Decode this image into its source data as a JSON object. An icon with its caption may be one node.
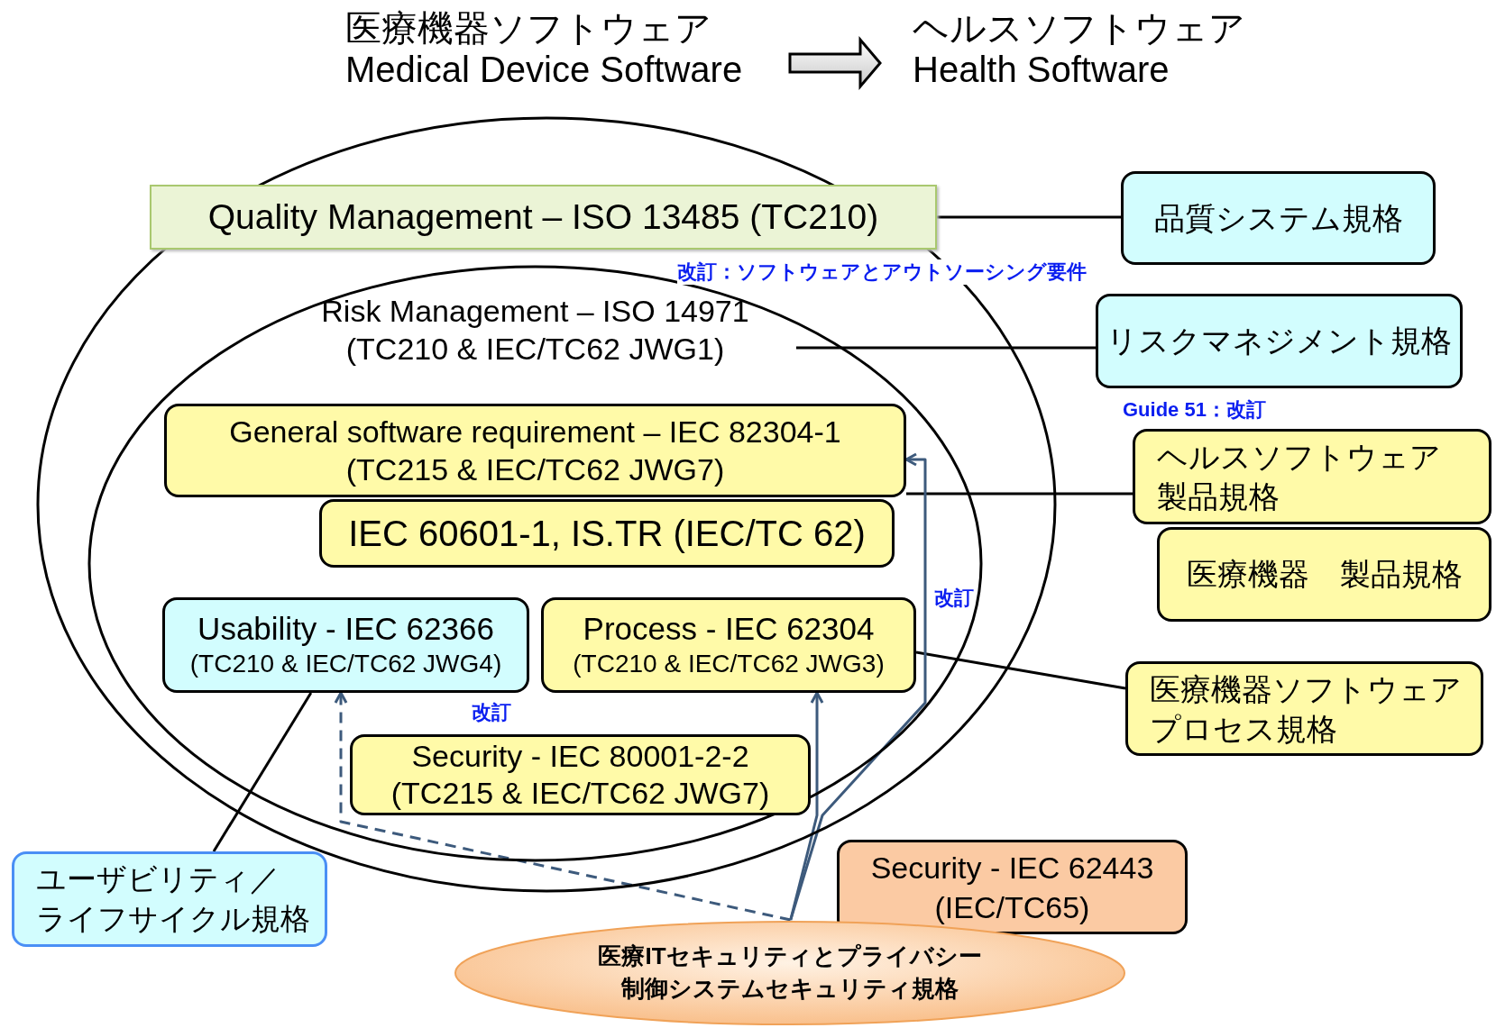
{
  "diagram": {
    "nodes": [
      {
        "text": [
          "医療機器ソフトウェア",
          "Medical Device Software"
        ]
      },
      {
        "text": [
          "ヘルスソフトウェア",
          "Health Software"
        ]
      },
      {
        "text": [],
        "shape": "ellipse"
      },
      {
        "text": [
          "Quality Management – ISO 13485 (TC210)"
        ],
        "in": 2
      },
      {
        "text": [
          "Risk Management – ISO 14971",
          "(TC210 & IEC/TC62 JWG1)"
        ],
        "in": 2
      },
      {
        "text": [
          "General software requirement – IEC 82304-1",
          "(TC215 & IEC/TC62 JWG7)"
        ],
        "in": 4
      },
      {
        "text": [
          "IEC 60601-1, IS.TR (IEC/TC 62)"
        ],
        "in": 4
      },
      {
        "text": [
          "Usability - IEC 62366",
          "(TC210 & IEC/TC62 JWG4)"
        ],
        "in": 4
      },
      {
        "text": [
          "Process - IEC 62304",
          "(TC210 & IEC/TC62 JWG3)"
        ],
        "in": 4
      },
      {
        "text": [
          "Security - IEC 80001-2-2",
          "(TC215 & IEC/TC62 JWG7)"
        ],
        "in": 4
      },
      {
        "text": [
          "Security - IEC 62443",
          "(IEC/TC65)"
        ]
      },
      {
        "text": [
          "医療ITセキュリティとプライバシー",
          "制御システムセキュリティ規格"
        ]
      },
      {
        "text": [
          "品質システム規格"
        ]
      },
      {
        "text": [
          "リスクマネジメント規格"
        ]
      },
      {
        "text": [
          "ヘルスソフトウェア製品規格"
        ]
      },
      {
        "text": [
          "医療機器　製品規格"
        ]
      },
      {
        "text": [
          "医療機器ソフトウェアプロセス規格"
        ]
      },
      {
        "text": [
          "ユーザビリティ／",
          "ライフサイクル規格"
        ]
      }
    ],
    "edges": [
      {
        "from": 0,
        "to": 1,
        "arrow": "to",
        "style": "thick"
      },
      {
        "from": 3,
        "to": 12,
        "arrow": "none"
      },
      {
        "from": 4,
        "to": 13,
        "arrow": "none"
      },
      {
        "from": 5,
        "to": 14,
        "arrow": "none"
      },
      {
        "from": 8,
        "to": 16,
        "arrow": "none"
      },
      {
        "from": 7,
        "to": 17,
        "arrow": "none"
      },
      {
        "from": 11,
        "to": 5,
        "arrow": "to",
        "color": "#3d5a7c"
      },
      {
        "from": 11,
        "to": 8,
        "arrow": "to",
        "color": "#3d5a7c"
      },
      {
        "from": 11,
        "to": 7,
        "arrow": "to",
        "style": "dashed",
        "color": "#3d5a7c"
      }
    ],
    "labels": [
      "改訂：ソフトウェアとアウトソーシング要件",
      "Guide 51：改訂",
      "改訂",
      "改訂"
    ]
  }
}
